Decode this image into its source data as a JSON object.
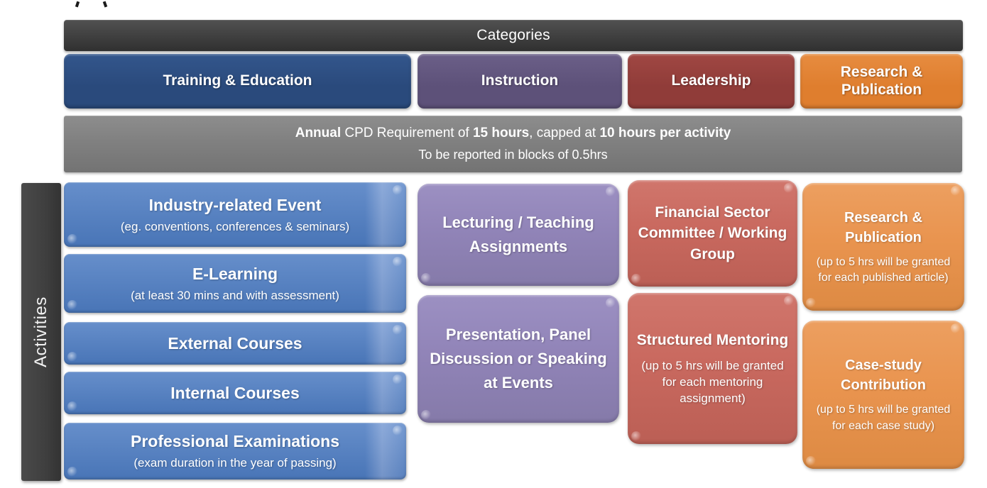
{
  "header": {
    "title": "Categories"
  },
  "categories": [
    {
      "label": "Training & Education",
      "color": "#2a4a7c"
    },
    {
      "label": "Instruction",
      "color": "#5d5179"
    },
    {
      "label": "Leadership",
      "color": "#903c39"
    },
    {
      "label": "Research & Publication",
      "color": "#df7e2e"
    }
  ],
  "requirement": {
    "seg1": "Annual",
    "seg2": " CPD Requirement of ",
    "seg3": "15 hours",
    "seg4": ", capped at ",
    "seg5": "10 hours per activity",
    "line2": "To be reported in blocks of 0.5hrs"
  },
  "activities_label": "Activities",
  "columns": {
    "training": [
      {
        "title": "Industry-related Event",
        "note": "(eg. conventions, conferences & seminars)"
      },
      {
        "title": "E-Learning",
        "note": "(at least 30 mins and with assessment)"
      },
      {
        "title": "External Courses",
        "note": ""
      },
      {
        "title": "Internal Courses",
        "note": ""
      },
      {
        "title": "Professional Examinations",
        "note": "(exam duration in the year of passing)"
      }
    ],
    "instruction": [
      {
        "title": "Lecturing / Teaching Assignments",
        "note": ""
      },
      {
        "title": "Presentation, Panel Discussion or Speaking at Events",
        "note": ""
      }
    ],
    "leadership": [
      {
        "title": "Financial Sector Committee / Working Group",
        "note": ""
      },
      {
        "title": "Structured Mentoring",
        "note": "(up to 5 hrs will be granted  for each mentoring assignment)"
      }
    ],
    "research": [
      {
        "title": "Research & Publication",
        "note": "(up to 5 hrs will be granted for each published article)"
      },
      {
        "title": "Case-study Contribution",
        "note": "(up to 5 hrs will be granted for each case study)"
      }
    ]
  },
  "theme": {
    "header_dark": "#3f3f3f",
    "category_blue": "#2a4a7c",
    "category_purple": "#5d5179",
    "category_red": "#903c39",
    "category_orange": "#df7e2e",
    "band_gray": "#7f7f7f",
    "activity_blue": "#4d7cc2",
    "activity_purple": "#9184b8",
    "activity_red": "#c9695f",
    "activity_orange": "#e9944f",
    "text_white": "#ffffff"
  }
}
